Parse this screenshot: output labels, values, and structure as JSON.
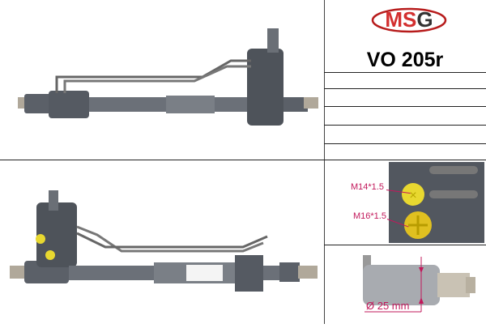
{
  "brand": {
    "logo_text": "MSG",
    "color_red": "#d32f2f",
    "color_dark": "#333333"
  },
  "product": {
    "code": "VO 205r"
  },
  "details": {
    "thread_1": "M14*1.5",
    "thread_2": "M16*1.5",
    "diameter": "Ø 25 mm",
    "accent": "#c2185b"
  }
}
